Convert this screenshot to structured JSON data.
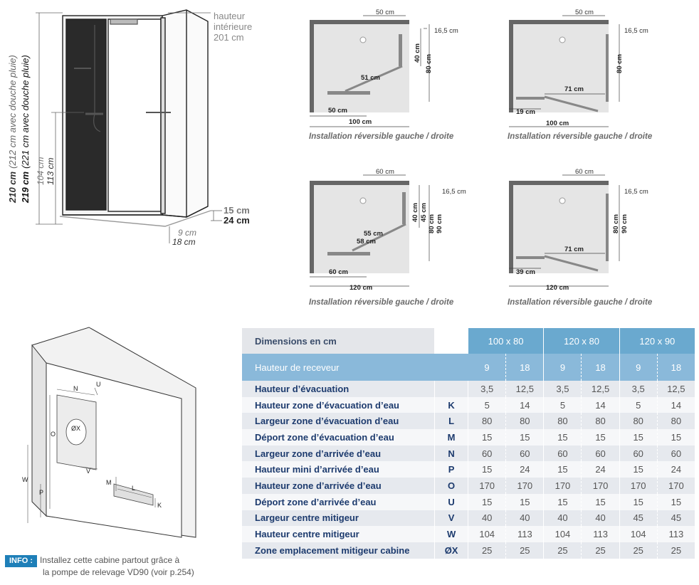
{
  "cabin": {
    "height_note_lines": [
      "hauteur",
      "intérieure",
      "201 cm"
    ],
    "h210": "210 cm",
    "h210_note": "(212 cm avec douche pluie)",
    "h219": "219 cm",
    "h219_note": "(221 cm avec douche pluie)",
    "h104": "104 cm",
    "h113": "113 cm",
    "base15": "15 cm",
    "base24": "24 cm",
    "base9": "9 cm",
    "base18": "18 cm"
  },
  "plans": [
    {
      "top": "50 cm",
      "side": "16,5 cm",
      "right_dims": [
        "40 cm",
        "80 cm"
      ],
      "diag": "51 cm",
      "bottom_inner": "50 cm",
      "bottom_total": "100 cm",
      "caption": "Installation réversible gauche / droite"
    },
    {
      "top": "50 cm",
      "side": "16,5 cm",
      "right_dims": [
        "80 cm"
      ],
      "door": "71 cm",
      "bottom_inner": "19 cm",
      "bottom_total": "100 cm",
      "caption": "Installation réversible gauche / droite"
    },
    {
      "top": "60 cm",
      "side": "16,5 cm",
      "right_dims": [
        "40 cm",
        "45 cm",
        "80 cm",
        "90 cm"
      ],
      "diag_a": "55 cm",
      "diag_b": "58 cm",
      "bottom_inner": "60 cm",
      "bottom_total": "120 cm",
      "caption": "Installation réversible gauche / droite"
    },
    {
      "top": "60 cm",
      "side": "16,5 cm",
      "right_dims": [
        "80 cm",
        "90 cm"
      ],
      "door": "71 cm",
      "bottom_inner": "39 cm",
      "bottom_total": "120 cm",
      "caption": "Installation réversible gauche / droite"
    }
  ],
  "wall_diagram": {
    "labels": [
      "N",
      "U",
      "ØX",
      "V",
      "O",
      "W",
      "P",
      "M",
      "L",
      "K"
    ]
  },
  "info": {
    "badge": "INFO :",
    "line1": "Installez cette cabine partout grâce à",
    "line2": "la pompe de relevage VD90 (voir p.254)"
  },
  "table": {
    "header_label": "Dimensions en cm",
    "sizes": [
      "100 x 80",
      "120 x 80",
      "120 x 90"
    ],
    "receveur_label": "Hauteur de receveur",
    "receveur_values": [
      "9",
      "18",
      "9",
      "18",
      "9",
      "18"
    ],
    "rows": [
      {
        "label": "Hauteur d’évacuation",
        "letter": "",
        "values": [
          "3,5",
          "12,5",
          "3,5",
          "12,5",
          "3,5",
          "12,5"
        ]
      },
      {
        "label": "Hauteur zone d’évacuation d’eau",
        "letter": "K",
        "values": [
          "5",
          "14",
          "5",
          "14",
          "5",
          "14"
        ]
      },
      {
        "label": "Largeur zone d’évacuation d’eau",
        "letter": "L",
        "values": [
          "80",
          "80",
          "80",
          "80",
          "80",
          "80"
        ]
      },
      {
        "label": "Déport zone d’évacuation d’eau",
        "letter": "M",
        "values": [
          "15",
          "15",
          "15",
          "15",
          "15",
          "15"
        ]
      },
      {
        "label": "Largeur zone d’arrivée d’eau",
        "letter": "N",
        "values": [
          "60",
          "60",
          "60",
          "60",
          "60",
          "60"
        ]
      },
      {
        "label": "Hauteur mini d’arrivée d’eau",
        "letter": "P",
        "values": [
          "15",
          "24",
          "15",
          "24",
          "15",
          "24"
        ]
      },
      {
        "label": "Hauteur zone d’arrivée d’eau",
        "letter": "O",
        "values": [
          "170",
          "170",
          "170",
          "170",
          "170",
          "170"
        ]
      },
      {
        "label": "Déport zone d’arrivée d’eau",
        "letter": "U",
        "values": [
          "15",
          "15",
          "15",
          "15",
          "15",
          "15"
        ]
      },
      {
        "label": "Largeur centre mitigeur",
        "letter": "V",
        "values": [
          "40",
          "40",
          "40",
          "40",
          "45",
          "45"
        ]
      },
      {
        "label": "Hauteur centre mitigeur",
        "letter": "W",
        "values": [
          "104",
          "113",
          "104",
          "113",
          "104",
          "113"
        ]
      },
      {
        "label": "Zone emplacement mitigeur cabine",
        "letter": "ØX",
        "values": [
          "25",
          "25",
          "25",
          "25",
          "25",
          "25"
        ]
      }
    ]
  }
}
